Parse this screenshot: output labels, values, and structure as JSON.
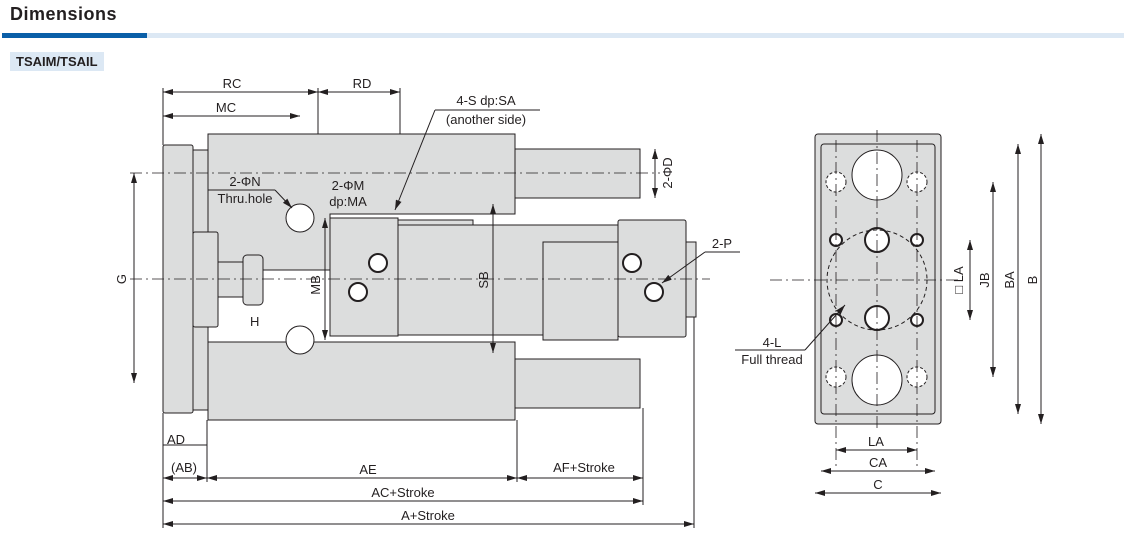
{
  "header": {
    "title": "Dimensions",
    "model": "TSAIM/TSAIL"
  },
  "labels": {
    "RC": "RC",
    "RD": "RD",
    "MC": "MC",
    "S": "4-S dp:SA",
    "S2": "(another side)",
    "N": "2-ΦN",
    "N2": "Thru.hole",
    "M": "2-ΦM",
    "M2": "dp:MA",
    "D": "2-ΦD",
    "G": "G",
    "MB": "MB",
    "SB": "SB",
    "H": "H",
    "P": "2-P",
    "AD": "AD",
    "AB": "(AB)",
    "AE": "AE",
    "AF": "AF+Stroke",
    "AC": "AC+Stroke",
    "A": "A+Stroke",
    "L": "4-L",
    "L2": "Full thread",
    "LAsq": "□ LA",
    "JB": "JB",
    "BA": "BA",
    "B": "B",
    "LA": "LA",
    "CA": "CA",
    "C": "C"
  },
  "colors": {
    "part": "#dcdddd",
    "line": "#231f20",
    "accent": "#0a5fa8"
  }
}
